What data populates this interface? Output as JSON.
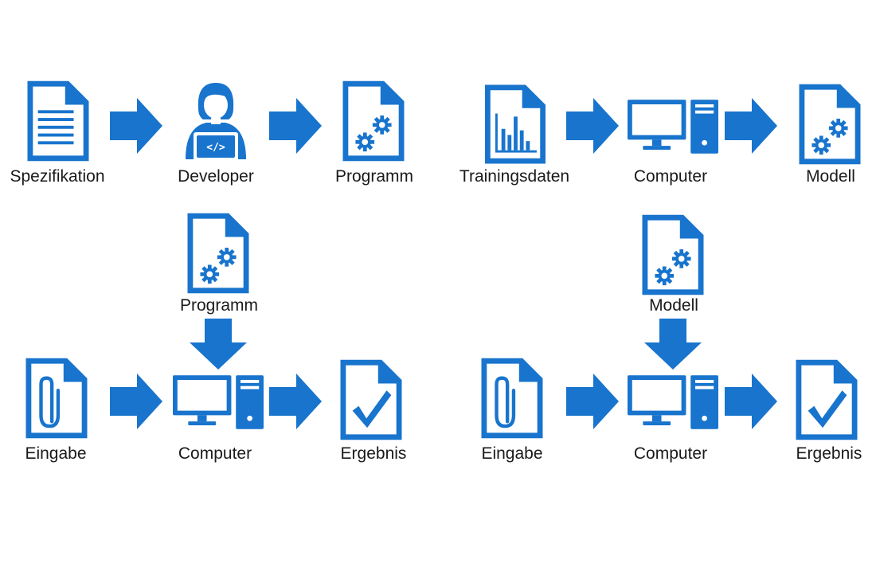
{
  "colors": {
    "icon": "#1874cd",
    "text": "#1a1a1a",
    "background": "#ffffff"
  },
  "diagram_top_left": {
    "nodes": [
      {
        "id": "spezifikation",
        "icon": "text-document-icon",
        "label": "Spezifikation"
      },
      {
        "id": "developer",
        "icon": "developer-person-icon",
        "label": "Developer"
      },
      {
        "id": "programm",
        "icon": "gear-document-icon",
        "label": "Programm"
      }
    ]
  },
  "diagram_top_right": {
    "nodes": [
      {
        "id": "trainingsdaten",
        "icon": "bar-chart-document-icon",
        "label": "Trainingsdaten"
      },
      {
        "id": "computer",
        "icon": "computer-icon",
        "label": "Computer"
      },
      {
        "id": "modell",
        "icon": "gear-document-icon",
        "label": "Modell"
      }
    ]
  },
  "diagram_bottom_left": {
    "nodes": [
      {
        "id": "programm",
        "icon": "gear-document-icon",
        "label": "Programm"
      },
      {
        "id": "eingabe",
        "icon": "paperclip-document-icon",
        "label": "Eingabe"
      },
      {
        "id": "computer",
        "icon": "computer-icon",
        "label": "Computer"
      },
      {
        "id": "ergebnis",
        "icon": "checkmark-document-icon",
        "label": "Ergebnis"
      }
    ]
  },
  "diagram_bottom_right": {
    "nodes": [
      {
        "id": "modell",
        "icon": "gear-document-icon",
        "label": "Modell"
      },
      {
        "id": "eingabe",
        "icon": "paperclip-document-icon",
        "label": "Eingabe"
      },
      {
        "id": "computer",
        "icon": "computer-icon",
        "label": "Computer"
      },
      {
        "id": "ergebnis",
        "icon": "checkmark-document-icon",
        "label": "Ergebnis"
      }
    ]
  }
}
